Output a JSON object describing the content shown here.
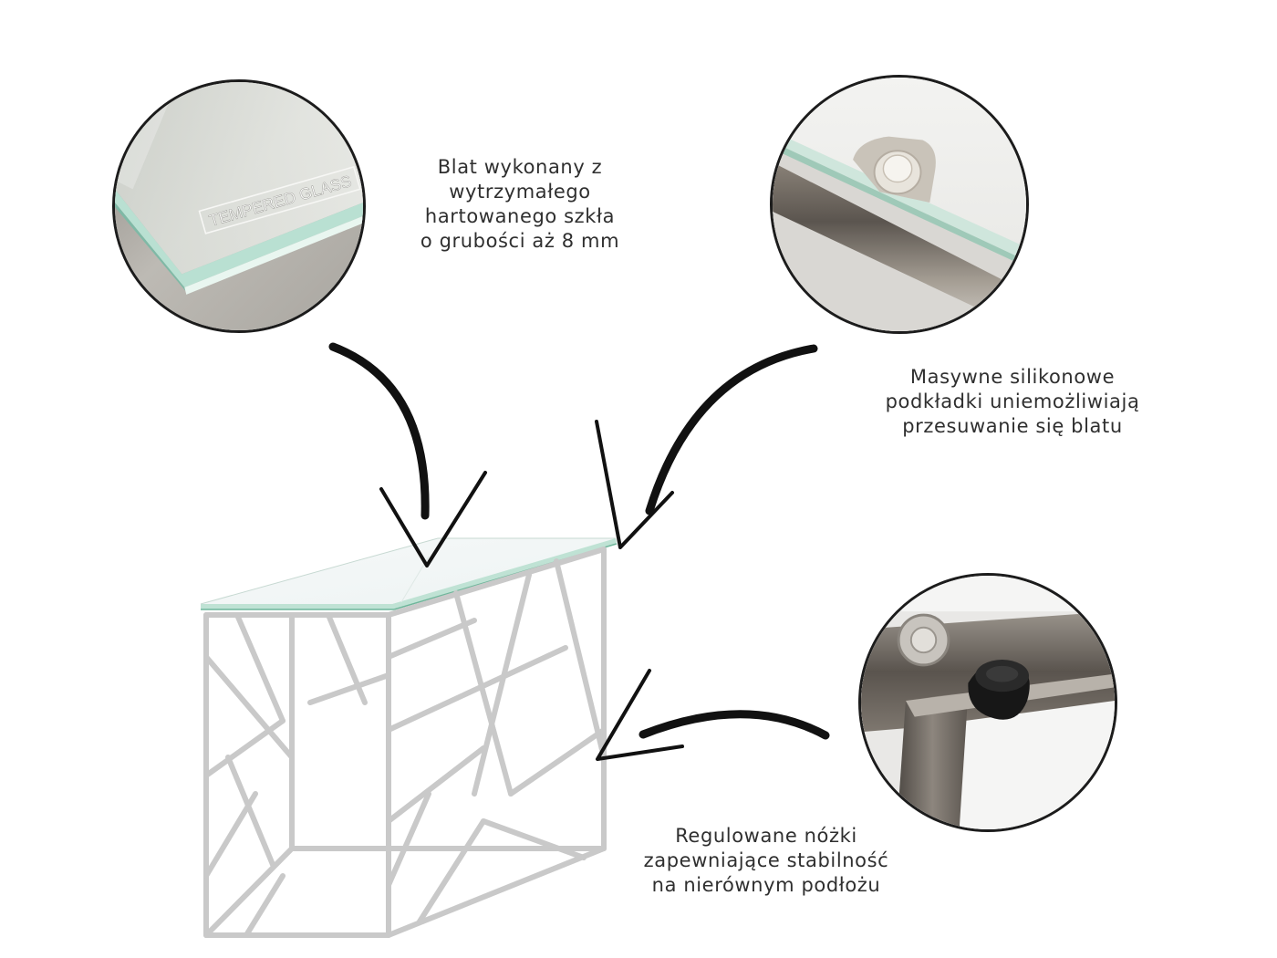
{
  "captions": {
    "glass": [
      "Blat wykonany z",
      "wytrzymałego",
      "hartowanego szkła",
      "o grubości aż 8 mm"
    ],
    "pads": [
      "Masywne silikonowe",
      "podkładki uniemożliwiają",
      "przesuwanie się blatu"
    ],
    "feet": [
      "Regulowane nóżki",
      "zapewniające stabilność",
      "na nierównym podłożu"
    ]
  },
  "detail_glass": {
    "label": "TEMPERED GLASS"
  },
  "colors": {
    "text": "#2f2f2f",
    "circle_border": "#1c1c1c",
    "arrow": "#111111",
    "glass_edge": "#a9d6c6",
    "steel": "#cfcfcf",
    "dark_steel": "#6d6761",
    "rubber": "#151515"
  }
}
